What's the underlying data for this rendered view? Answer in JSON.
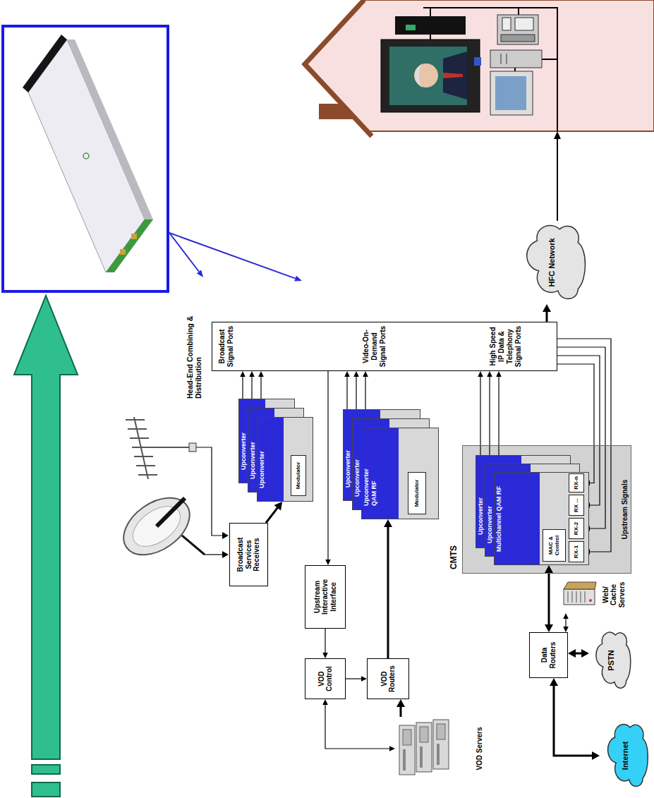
{
  "diagram": {
    "nodes": [
      {
        "text": [
          "Broadcast Services Receivers"
        ]
      },
      {
        "text": [
          "Upconverter"
        ]
      },
      {
        "text": [
          "Upconverter"
        ]
      },
      {
        "text": [
          "Upconverter"
        ]
      },
      {
        "text": [
          "Modulator"
        ],
        "in": 3
      },
      {
        "text": [
          "Head-End Combining & Distribution",
          "Broadcast Signal Ports",
          "Video-On-Demand Signal Ports",
          "High Speed IP Data & Telephony Signal Ports"
        ]
      },
      {
        "text": [
          "HFC Network"
        ]
      },
      {
        "text": [
          "Upstream Interactive Interface"
        ]
      },
      {
        "text": [
          "VOD Control"
        ]
      },
      {
        "text": [
          "VOD Routers"
        ]
      },
      {
        "text": [
          "VOD Servers"
        ]
      },
      {
        "text": [
          "Upconverter"
        ]
      },
      {
        "text": [
          "Upconverter"
        ]
      },
      {
        "text": [
          "Upconverter",
          "QAM RF"
        ]
      },
      {
        "text": [
          "Modulator"
        ],
        "in": 13
      },
      {
        "text": [
          "Upstream Signals"
        ]
      },
      {
        "text": [
          "Upconverter"
        ]
      },
      {
        "text": [
          "Upconverter"
        ]
      },
      {
        "text": [
          "Multichannel QAM RF"
        ]
      },
      {
        "text": [
          "MAC & Control"
        ],
        "in": 18
      },
      {
        "text": [
          "RX-1"
        ],
        "in": 18
      },
      {
        "text": [
          "RX-2"
        ],
        "in": 18
      },
      {
        "text": [
          "RX ..."
        ],
        "in": 18
      },
      {
        "text": [
          "RX-n"
        ],
        "in": 18
      },
      {
        "text": [
          "Data Routers"
        ]
      },
      {
        "text": [
          "Web/ Cache Servers"
        ]
      },
      {
        "text": [
          "PSTN"
        ]
      },
      {
        "text": [
          "Internet"
        ]
      }
    ],
    "edges": [
      {
        "from": 0,
        "to": 3,
        "arrow": "to"
      },
      {
        "from": 1,
        "to": 5,
        "arrow": "to"
      },
      {
        "from": 2,
        "to": 5,
        "arrow": "to"
      },
      {
        "from": 3,
        "to": 5,
        "arrow": "to"
      },
      {
        "from": 5,
        "to": 7,
        "arrow": "to"
      },
      {
        "from": 7,
        "to": 8,
        "arrow": "to"
      },
      {
        "from": 8,
        "to": 9,
        "arrow": "to"
      },
      {
        "from": 10,
        "to": 9,
        "arrow": "to"
      },
      {
        "from": 8,
        "to": 10,
        "arrow": "both"
      },
      {
        "from": 9,
        "to": 13,
        "arrow": "to"
      },
      {
        "from": 11,
        "to": 5,
        "arrow": "to"
      },
      {
        "from": 12,
        "to": 5,
        "arrow": "to"
      },
      {
        "from": 13,
        "to": 5,
        "arrow": "to"
      },
      {
        "from": 5,
        "to": 6,
        "arrow": "to"
      },
      {
        "from": 16,
        "to": 5,
        "arrow": "to"
      },
      {
        "from": 17,
        "to": 5,
        "arrow": "to"
      },
      {
        "from": 18,
        "to": 5,
        "arrow": "to"
      },
      {
        "from": 5,
        "to": 20,
        "arrow": "to"
      },
      {
        "from": 5,
        "to": 21,
        "arrow": "to"
      },
      {
        "from": 5,
        "to": 22,
        "arrow": "to"
      },
      {
        "from": 5,
        "to": 23,
        "arrow": "to"
      },
      {
        "from": 24,
        "to": 18,
        "arrow": "both"
      },
      {
        "from": 24,
        "to": 25,
        "arrow": "both"
      },
      {
        "from": 24,
        "to": 26,
        "arrow": "both"
      },
      {
        "from": 24,
        "to": 27,
        "arrow": "both"
      }
    ],
    "labels": [
      "CMTS"
    ]
  }
}
